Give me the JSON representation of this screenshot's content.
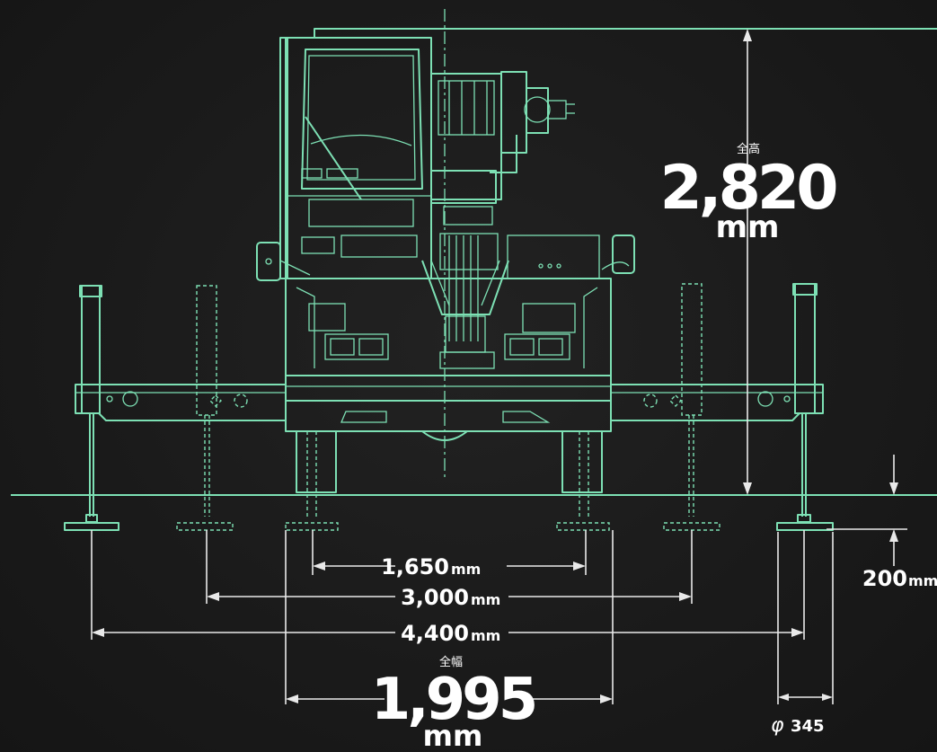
{
  "total_height": {
    "caption": "全高",
    "value": "2,820",
    "unit": "mm"
  },
  "total_width": {
    "caption": "全幅",
    "value": "1,995",
    "unit": "mm"
  },
  "outrigger_spans": [
    {
      "value": "1,650",
      "unit": "mm"
    },
    {
      "value": "3,000",
      "unit": "mm"
    },
    {
      "value": "4,400",
      "unit": "mm"
    }
  ],
  "pad_lift": {
    "value": "200",
    "unit": "mm"
  },
  "pad_diameter": {
    "symbol": "φ",
    "value": "345"
  },
  "colors": {
    "line": "#7de0b4",
    "background": "#1b1b1b",
    "dimension": "#e9e9e9"
  }
}
